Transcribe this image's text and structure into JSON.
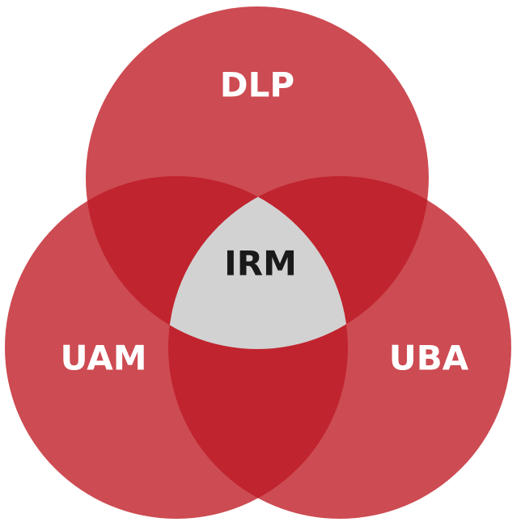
{
  "diagram": {
    "sets": [
      {
        "id": "top",
        "label": "DLP"
      },
      {
        "id": "left",
        "label": "UAM"
      },
      {
        "id": "right",
        "label": "UBA"
      }
    ],
    "center_label": "IRM"
  },
  "colors": {
    "circle": "#cd4b52",
    "overlap": "#c0242e",
    "center": "#d2d2d2",
    "set_label": "#ffffff",
    "center_label": "#1a1a1a"
  }
}
